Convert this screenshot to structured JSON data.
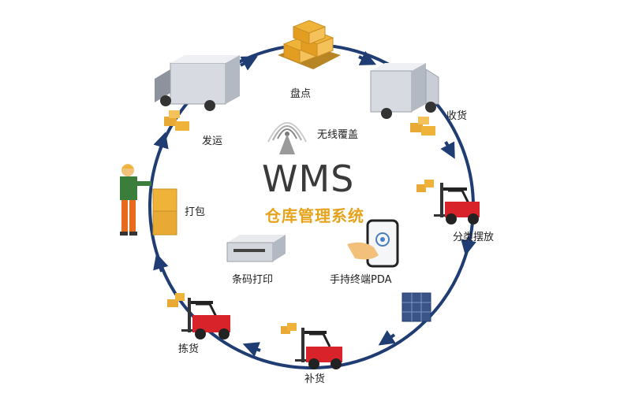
{
  "diagram": {
    "title": "WMS",
    "subtitle": "仓库管理系统",
    "colors": {
      "ring": "#1f3c73",
      "box": "#f0b33a",
      "forklift": "#d8232a",
      "truck": "#c9ced6",
      "text": "#222222",
      "accent": "#e6a21a"
    },
    "cycle_labels": {
      "inventory": "盘点",
      "receiving": "收货",
      "sort_place": "分类摆放",
      "replenish": "补货",
      "picking": "拣货",
      "packing": "打包",
      "shipping": "发运"
    },
    "center_labels": {
      "wireless": "无线覆盖",
      "barcode_print": "条码打印",
      "pda": "手持终端PDA"
    },
    "icons": [
      "cardboard-boxes-icon",
      "delivery-truck-icon",
      "forklift-icon",
      "shelving-rack-icon",
      "worker-icon",
      "wireless-tower-icon",
      "barcode-printer-icon",
      "handheld-pda-icon"
    ]
  }
}
